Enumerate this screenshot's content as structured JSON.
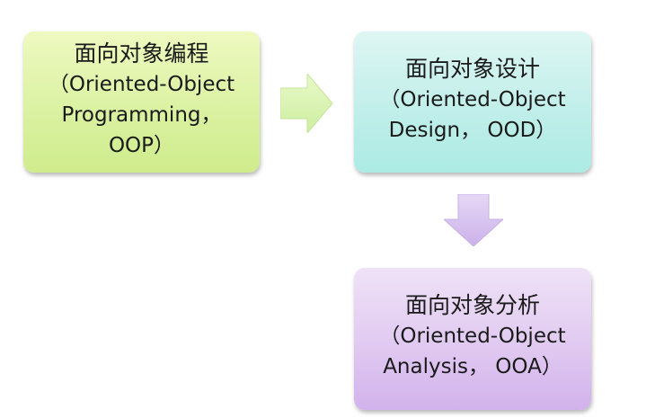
{
  "boxes": {
    "oop": {
      "line1": "面向对象编程",
      "line2": "（Oriented-Object",
      "line3": "Programming，",
      "line4": "OOP）"
    },
    "ood": {
      "line1": "面向对象设计",
      "line2": "（Oriented-Object",
      "line3": "Design，  OOD）"
    },
    "ooa": {
      "line1": "面向对象分析",
      "line2": "（Oriented-Object",
      "line3": "Analysis，  OOA）"
    }
  },
  "colors": {
    "oop_fill": "#d9f1a0",
    "ood_fill": "#bfeee9",
    "ooa_fill": "#dfc7f0",
    "arrow_right": "#dcf5b4",
    "arrow_down": "#d6c0ee"
  }
}
